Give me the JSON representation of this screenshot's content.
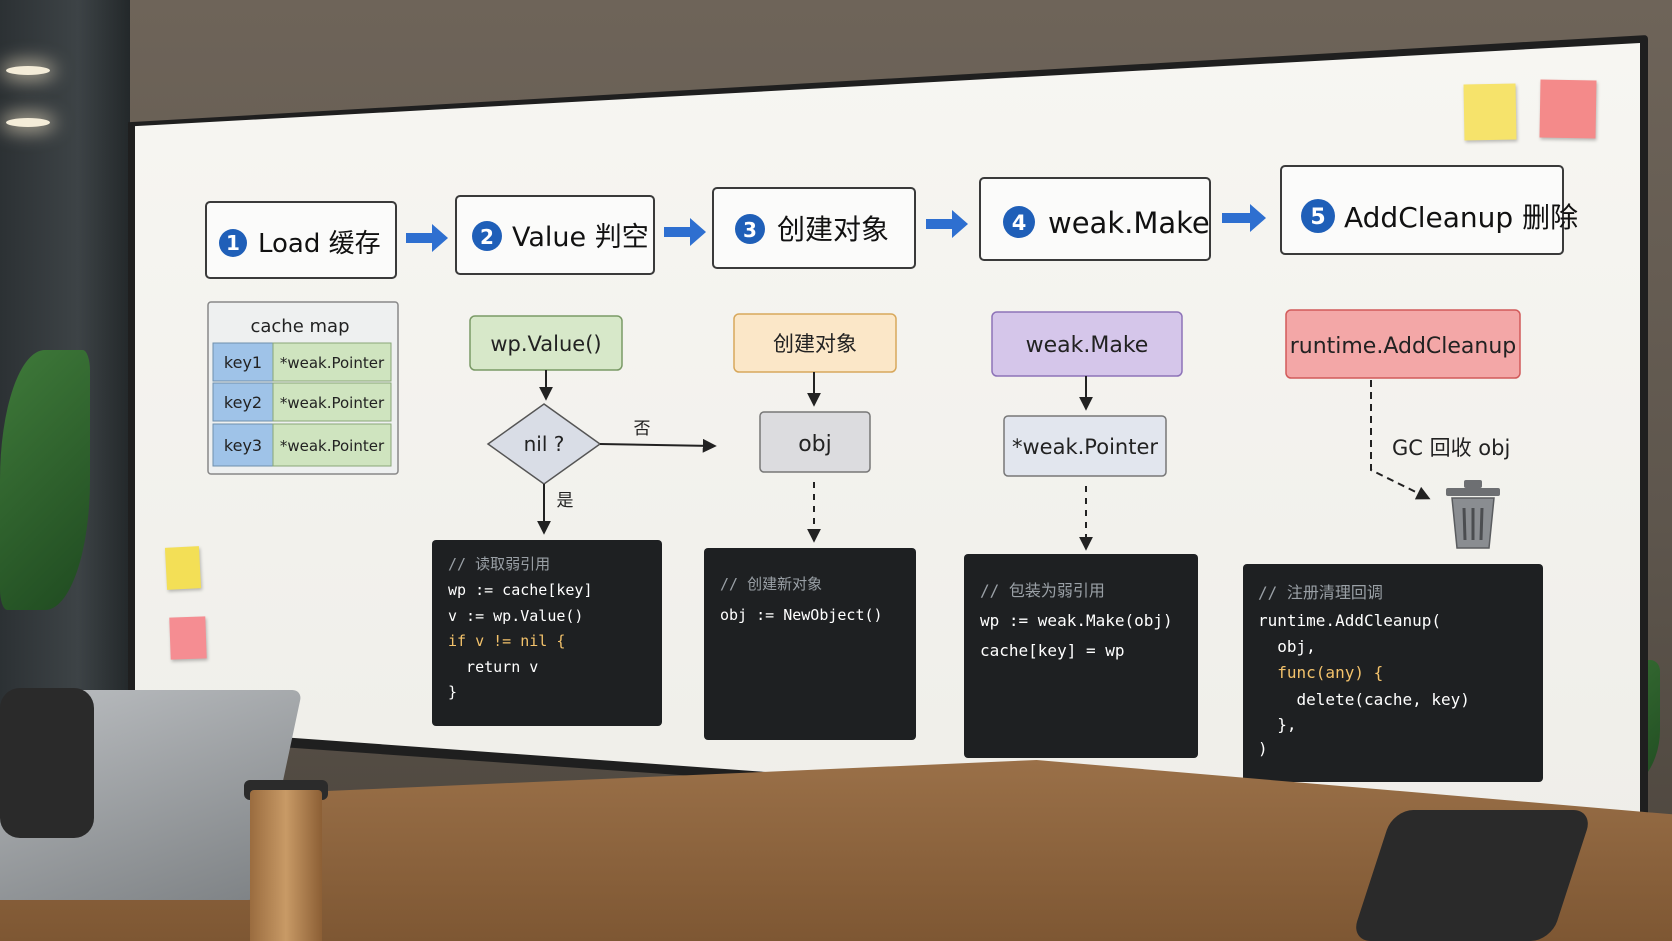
{
  "steps": [
    {
      "num": "1",
      "label": "Load 缓存"
    },
    {
      "num": "2",
      "label": "Value 判空"
    },
    {
      "num": "3",
      "label": "创建对象"
    },
    {
      "num": "4",
      "label": "weak.Make"
    },
    {
      "num": "5",
      "label": "AddCleanup 删除"
    }
  ],
  "cache_map": {
    "title": "cache map",
    "rows": [
      {
        "key": "key1",
        "value": "*weak.Pointer"
      },
      {
        "key": "key2",
        "value": "*weak.Pointer"
      },
      {
        "key": "key3",
        "value": "*weak.Pointer"
      }
    ]
  },
  "col2": {
    "call": "wp.Value()",
    "decision": "nil ?",
    "no_label": "否",
    "yes_label": "是",
    "code": [
      "// 读取弱引用",
      "wp := cache[key]",
      "v := wp.Value()",
      "if v != nil {",
      "  return v",
      "}"
    ]
  },
  "col3": {
    "title": "创建对象",
    "obj": "obj",
    "code": [
      "// 创建新对象",
      "obj := NewObject()"
    ]
  },
  "col4": {
    "title": "weak.Make",
    "pointer": "*weak.Pointer",
    "code": [
      "// 包装为弱引用",
      "wp := weak.Make(obj)",
      "cache[key] = wp"
    ]
  },
  "col5": {
    "title": "runtime.AddCleanup",
    "gc_label": "GC 回收 obj",
    "code": [
      "// 注册清理回调",
      "runtime.AddCleanup(",
      "  obj,",
      "  func(any) {",
      "    delete(cache, key)",
      "  },",
      ")"
    ]
  },
  "colors": {
    "step_circle": "#1f5fb8",
    "arrow": "#2e6fd0",
    "green_box": "#d7e8c9",
    "orange_box": "#fbe7c8",
    "purple_box": "#d5c6ea",
    "red_box": "#f3a7a7",
    "grey_box": "#dcdcdf",
    "code_bg": "#1e2022",
    "key_cell": "#9fc3e8",
    "value_cell": "#cfe4bf"
  }
}
